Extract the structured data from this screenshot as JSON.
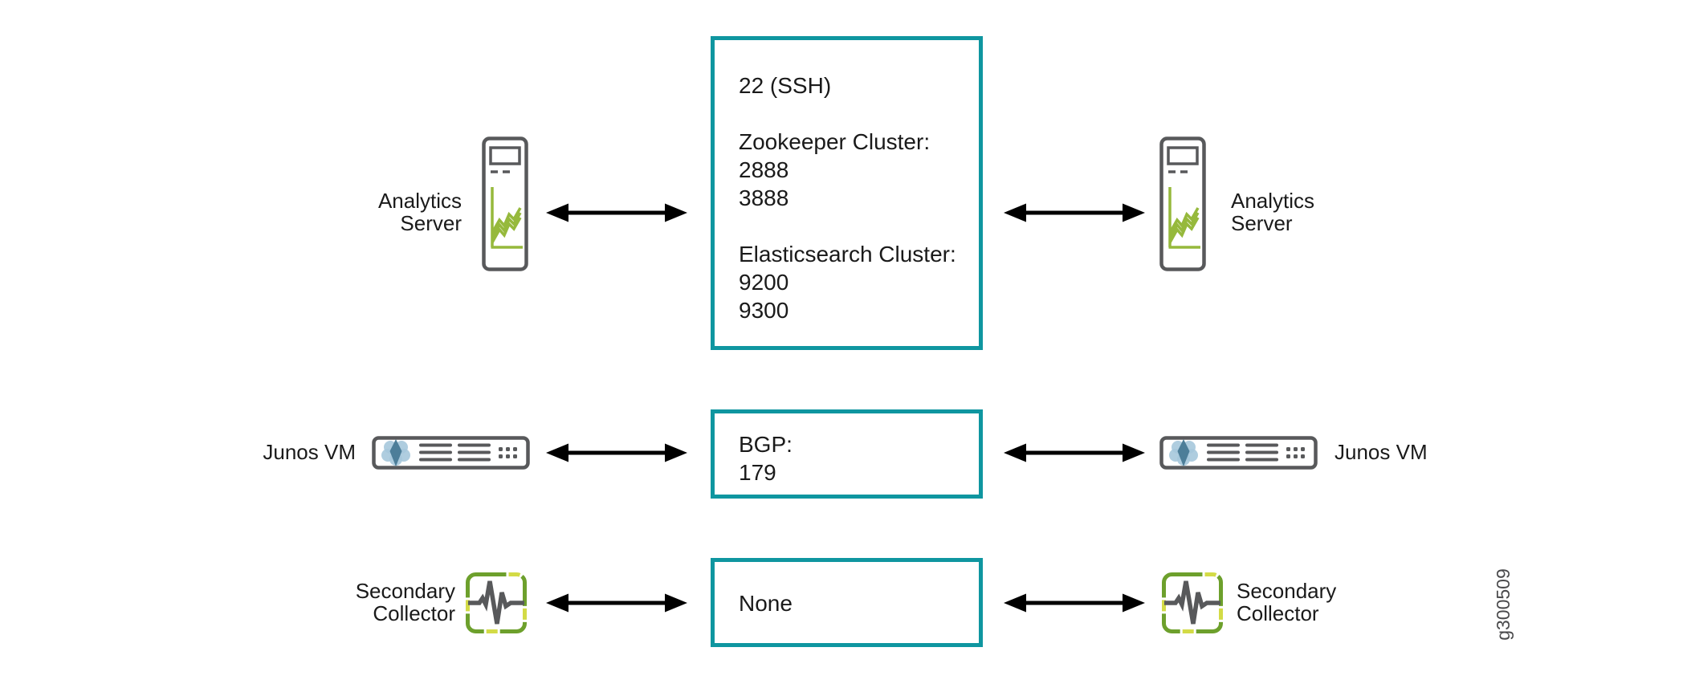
{
  "diagram_type": "port-connectivity-diagram",
  "figure_id": "g300509",
  "colors": {
    "accent_teal": "#0f96a0",
    "icon_gray": "#58595b",
    "chart_green": "#96b93c",
    "collector_dark_green": "#6da02c",
    "collector_yellow_green": "#d3db46",
    "junos_blue_light": "#a6c8dc",
    "junos_blue_dark": "#4d7e99",
    "arrow_black": "#000000",
    "text_black": "#1a1a1a"
  },
  "rows": [
    {
      "node_type": "analytics-server",
      "left_label": "Analytics\nServer",
      "right_label": "Analytics\nServer",
      "left_icon": "analytics-server-icon",
      "right_icon": "analytics-server-icon",
      "connector": "bidirectional-arrow-icon",
      "ports_text": "22 (SSH)\n\nZookeeper Cluster:\n2888\n3888\n\nElasticsearch Cluster:\n9200\n9300"
    },
    {
      "node_type": "junos-vm",
      "left_label": "Junos VM",
      "right_label": "Junos VM",
      "left_icon": "junos-vm-icon",
      "right_icon": "junos-vm-icon",
      "connector": "bidirectional-arrow-icon",
      "ports_text": "BGP:\n179"
    },
    {
      "node_type": "secondary-collector",
      "left_label": "Secondary\nCollector",
      "right_label": "Secondary\nCollector",
      "left_icon": "secondary-collector-icon",
      "right_icon": "secondary-collector-icon",
      "connector": "bidirectional-arrow-icon",
      "ports_text": "None"
    }
  ]
}
